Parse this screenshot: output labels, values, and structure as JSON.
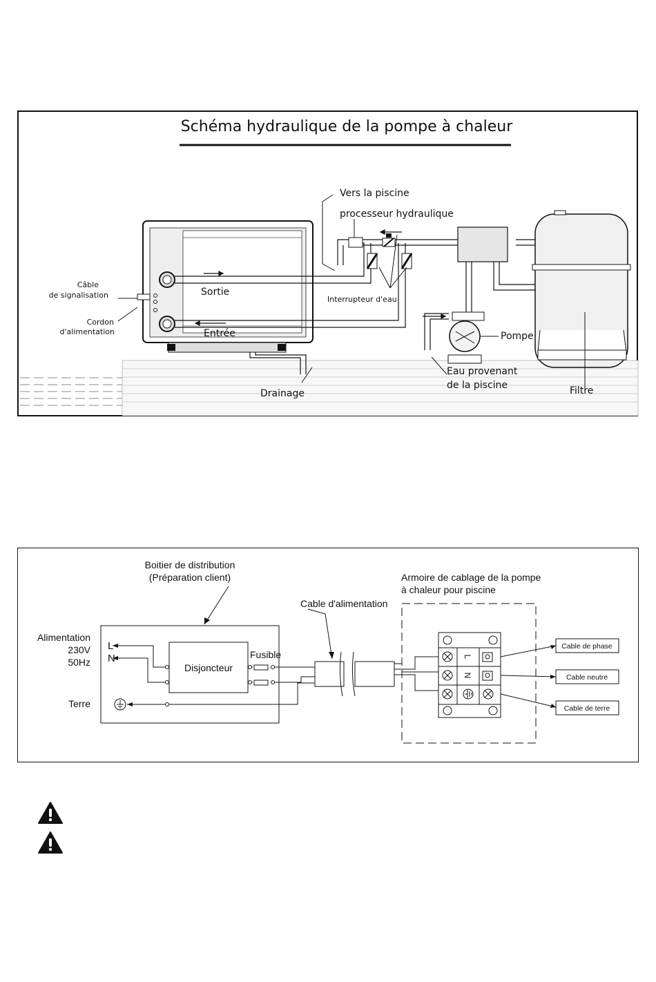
{
  "hydraulic": {
    "title": "Schéma hydraulique de la pompe à chaleur",
    "labels": {
      "vers_piscine": "Vers la piscine",
      "processeur": "processeur hydraulique",
      "cable_sig_1": "Câble",
      "cable_sig_2": "de signalisation",
      "cordon_1": "Cordon",
      "cordon_2": "d'alimentation",
      "sortie": "Sortie",
      "entree": "Entrée",
      "interrupteur": "Interrupteur d'eau",
      "pompe": "Pompe",
      "eau_prov_1": "Eau provenant",
      "eau_prov_2": "de la piscine",
      "drainage": "Drainage",
      "filtre": "Filtre"
    }
  },
  "electrical": {
    "labels": {
      "boitier_1": "Boitier de distribution",
      "boitier_2": "(Préparation client)",
      "armoire_1": "Armoire de cablage de la pompe",
      "armoire_2": "à chaleur pour piscine",
      "cable_alim": "Cable d'alimentation",
      "alimentation": "Alimentation",
      "volt": "230V",
      "freq": "50Hz",
      "L": "L",
      "N": "N",
      "terre": "Terre",
      "disjoncteur": "Disjoncteur",
      "fusible": "Fusible",
      "tb_L": "L",
      "tb_N": "N",
      "cable_phase": "Cable de phase",
      "cable_neutre": "Cable neutre",
      "cable_terre": "Cable de terre"
    }
  },
  "warnings": {
    "icon": "warning-triangle-icon"
  }
}
